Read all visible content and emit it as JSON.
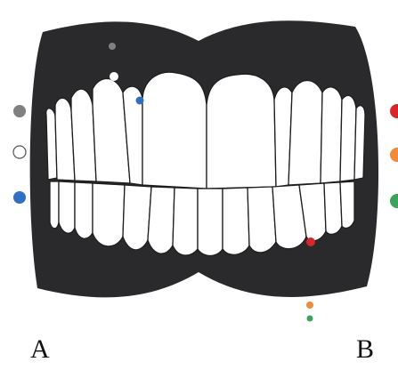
{
  "figure": {
    "labels": {
      "left": "A",
      "right": "B"
    },
    "colors": {
      "background": "#ffffff",
      "mouth_frame": "#2a2a2c",
      "tooth_fill": "#ffffff",
      "tooth_stroke": "#1e1e1e",
      "marker_gray": "#808080",
      "marker_white": "#ffffff",
      "marker_blue": "#2f6fc4",
      "marker_red": "#d9262b",
      "marker_orange": "#ee8c3a",
      "marker_green": "#3aa55a"
    },
    "legend_a": [
      "gray",
      "white",
      "blue"
    ],
    "legend_b": [
      "red",
      "orange",
      "green"
    ]
  }
}
